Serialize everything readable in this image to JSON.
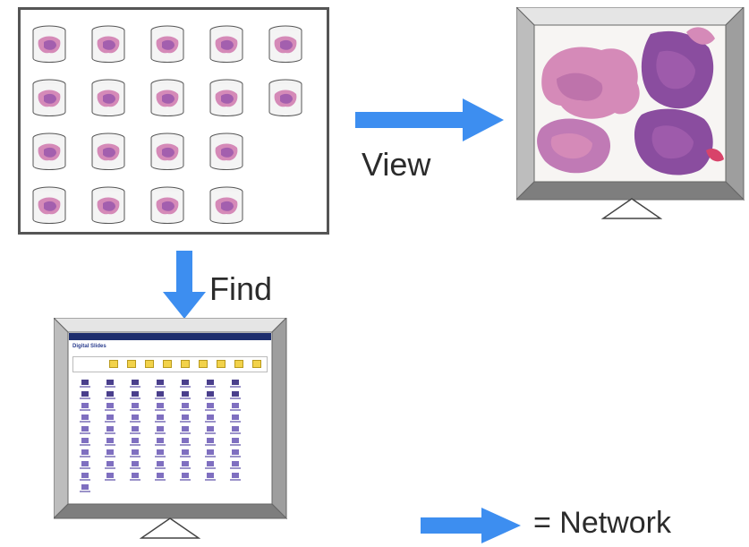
{
  "labels": {
    "view": "View",
    "find": "Find",
    "legend": "= Network"
  },
  "jar_grid": {
    "rows": [
      5,
      5,
      4,
      4
    ],
    "icon": "slide-jar-icon"
  },
  "monitors": {
    "viewer": {
      "content": "tissue-slide-image",
      "icon": "monitor-icon"
    },
    "browser": {
      "content": "slide-catalog-webpage",
      "icon": "monitor-icon",
      "page_title": "Digital Slides",
      "thumbnail_rows": 10,
      "thumbnail_cols": 7
    }
  },
  "colors": {
    "arrow": "#3d8ef0",
    "tissue_pink": "#d58ab8",
    "tissue_purple": "#8a4d9f",
    "frame": "#c9c9c9",
    "site_header": "#1f2f6e"
  },
  "icons": [
    "arrow-right-icon",
    "arrow-down-icon",
    "monitor-stand-icon"
  ]
}
